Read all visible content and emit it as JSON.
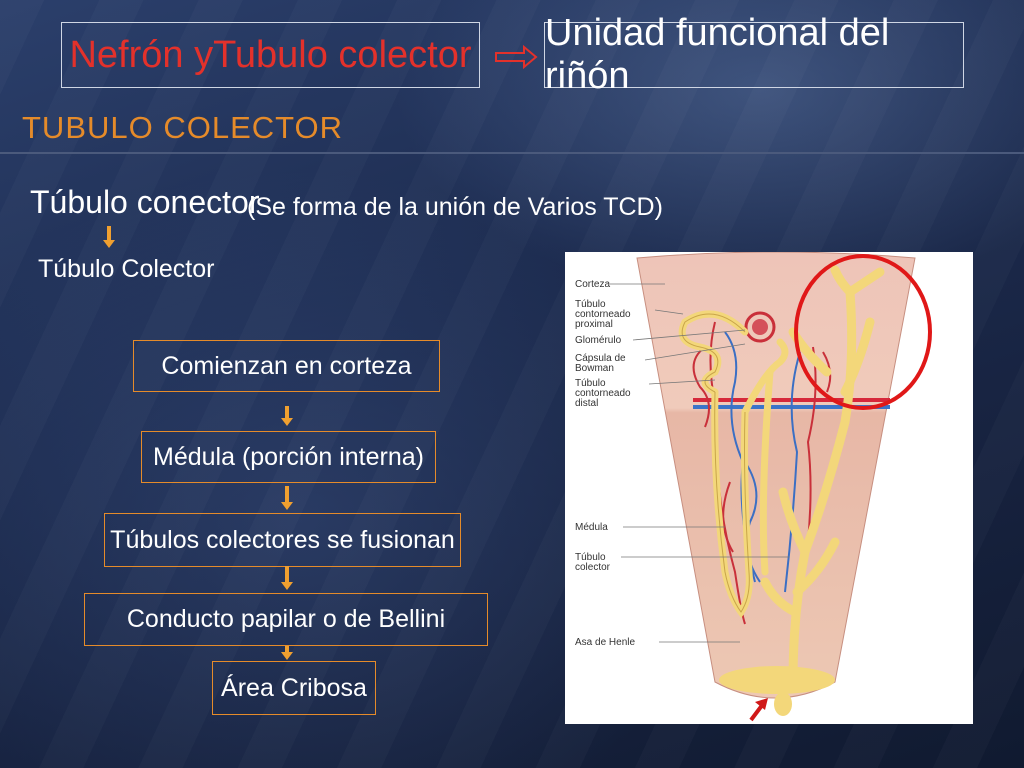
{
  "header": {
    "title_left": "Nefrón yTubulo colector",
    "title_right": "Unidad funcional del riñón"
  },
  "section_title": "TUBULO COLECTOR",
  "intro": {
    "conector": "Túbulo conector",
    "conector_note": "(Se forma de la unión de Varios TCD)",
    "colector": "Túbulo Colector"
  },
  "flow": {
    "steps": [
      "Comienzan en corteza",
      "Médula (porción interna)",
      "Túbulos colectores se fusionan",
      "Conducto papilar o de Bellini",
      "Área Cribosa"
    ]
  },
  "diagram": {
    "labels": {
      "corteza": "Corteza",
      "tcp1": "Túbulo",
      "tcp2": "contorneado",
      "tcp3": "proximal",
      "glomerulo": "Glomérulo",
      "capsula1": "Cápsula de",
      "capsula2": "Bowman",
      "tcd1": "Túbulo",
      "tcd2": "contorneado",
      "tcd3": "distal",
      "medula": "Médula",
      "tc1": "Túbulo",
      "tc2": "colector",
      "asa": "Asa de Henle"
    }
  },
  "colors": {
    "title_red": "#e3312b",
    "accent_orange": "#e58b2a",
    "highlight_circle": "#e01818",
    "tubule_yellow": "#f3d77a"
  }
}
